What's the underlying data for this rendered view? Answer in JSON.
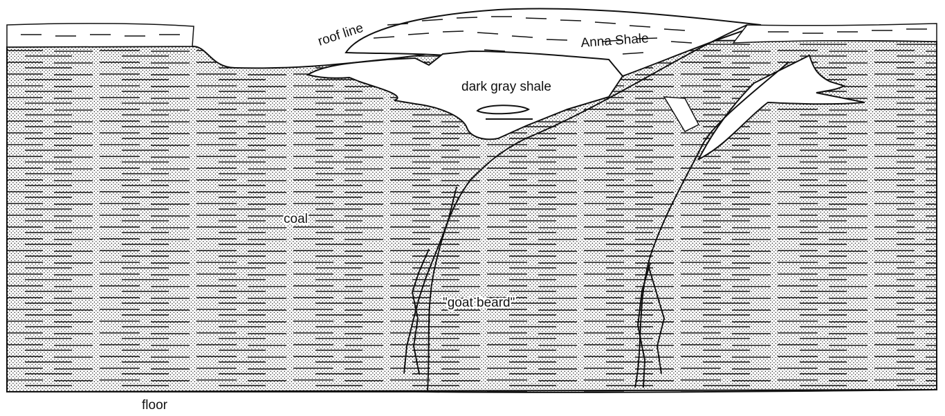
{
  "diagram": {
    "labels": {
      "roof_line": "roof line",
      "anna_shale": "Anna Shale",
      "dark_gray_shale": "dark gray shale",
      "coal": "coal",
      "goat_beard": "\"goat beard\"",
      "floor": "floor"
    },
    "colors": {
      "ink": "#111111",
      "paper": "#ffffff"
    }
  }
}
